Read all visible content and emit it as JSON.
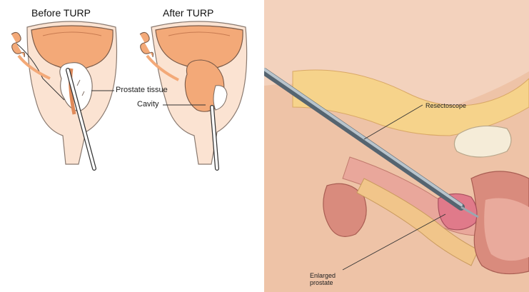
{
  "left_diagram": {
    "before_title": "Before TURP",
    "after_title": "After TURP",
    "label_prostate_tissue": "Prostate tissue",
    "label_cavity": "Cavity"
  },
  "right_diagram": {
    "label_resectoscope": "Resectoscope",
    "label_enlarged_line1": "Enlarged",
    "label_enlarged_line2": "prostate"
  },
  "colors": {
    "bladder_orange": "#f3a978",
    "tissue_pink": "#f5cbb2",
    "prostate_white": "#ffffff",
    "anatomy_background": "#f6d7c2"
  }
}
